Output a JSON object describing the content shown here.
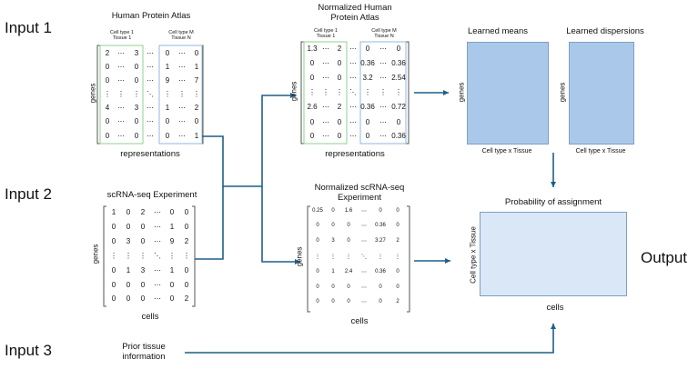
{
  "inputs": {
    "input1": "Input 1",
    "input2": "Input 2",
    "input3": "Input 3",
    "output": "Output"
  },
  "hpa": {
    "title": "Human Protein Atlas",
    "header_left": [
      "Cell type 1",
      "Tissue 1"
    ],
    "header_right": [
      "Cell type M",
      "Tissue N"
    ],
    "rows": [
      [
        "2",
        "⋯",
        "3",
        "⋯",
        "0",
        "⋯",
        "0"
      ],
      [
        "0",
        "⋯",
        "0",
        "⋯",
        "1",
        "⋯",
        "1"
      ],
      [
        "0",
        "⋯",
        "0",
        "⋯",
        "9",
        "⋯",
        "7"
      ],
      [
        "⋮",
        "⋮",
        "⋮",
        "⋱",
        "⋮",
        "⋮",
        "⋮"
      ],
      [
        "4",
        "⋯",
        "3",
        "⋯",
        "1",
        "⋯",
        "2"
      ],
      [
        "0",
        "⋯",
        "0",
        "⋯",
        "0",
        "⋯",
        "0"
      ],
      [
        "0",
        "⋯",
        "0",
        "⋯",
        "0",
        "⋯",
        "1"
      ]
    ],
    "ylabel": "genes",
    "xlabel": "representations"
  },
  "norm_hpa": {
    "title_line1": "Normalized Human",
    "title_line2": "Protein Atlas",
    "header_left": [
      "Cell type 1",
      "Tissue 1"
    ],
    "header_right": [
      "Cell type M",
      "Tissue N"
    ],
    "rows": [
      [
        "1.3",
        "⋯",
        "2",
        "⋯",
        "0",
        "⋯",
        "0"
      ],
      [
        "0",
        "⋯",
        "0",
        "⋯",
        "0.36",
        "⋯",
        "0.36"
      ],
      [
        "0",
        "⋯",
        "0",
        "⋯",
        "3.2",
        "⋯",
        "2.54"
      ],
      [
        "⋮",
        "⋮",
        "⋮",
        "⋱",
        "⋮",
        "⋮",
        "⋮"
      ],
      [
        "2.6",
        "⋯",
        "2",
        "⋯",
        "0.36",
        "⋯",
        "0.72"
      ],
      [
        "0",
        "⋯",
        "0",
        "⋯",
        "0",
        "⋯",
        "0"
      ],
      [
        "0",
        "⋯",
        "0",
        "⋯",
        "0",
        "⋯",
        "0.36"
      ]
    ],
    "ylabel": "genes",
    "xlabel": "representations"
  },
  "scrna": {
    "title": "scRNA-seq Experiment",
    "rows": [
      [
        "1",
        "0",
        "2",
        "⋯",
        "0",
        "0"
      ],
      [
        "0",
        "0",
        "0",
        "⋯",
        "1",
        "0"
      ],
      [
        "0",
        "3",
        "0",
        "⋯",
        "9",
        "2"
      ],
      [
        "⋮",
        "⋮",
        "⋮",
        "⋱",
        "⋮",
        "⋮"
      ],
      [
        "0",
        "1",
        "3",
        "⋯",
        "1",
        "0"
      ],
      [
        "0",
        "0",
        "0",
        "⋯",
        "0",
        "0"
      ],
      [
        "0",
        "0",
        "0",
        "⋯",
        "0",
        "2"
      ]
    ],
    "ylabel": "genes",
    "xlabel": "cells"
  },
  "norm_scrna": {
    "title_line1": "Normalized scRNA-seq",
    "title_line2": "Experiment",
    "rows": [
      [
        "0.25",
        "0",
        "1.6",
        "⋯",
        "0",
        "0"
      ],
      [
        "0",
        "0",
        "0",
        "⋯",
        "0.36",
        "0"
      ],
      [
        "0",
        "3",
        "0",
        "⋯",
        "3.27",
        "2"
      ],
      [
        "⋮",
        "⋮",
        "⋮",
        "⋱",
        "⋮",
        "⋮"
      ],
      [
        "0",
        "1",
        "2.4",
        "⋯",
        "0.36",
        "0"
      ],
      [
        "0",
        "0",
        "0",
        "⋯",
        "0",
        "0"
      ],
      [
        "0",
        "0",
        "0",
        "⋯",
        "0",
        "2"
      ]
    ],
    "ylabel": "genes",
    "xlabel": "cells"
  },
  "means": {
    "title": "Learned means",
    "ylabel": "genes",
    "xlabel": "Cell type x Tissue",
    "color": "#a9c8ea"
  },
  "disp": {
    "title": "Learned dispersions",
    "ylabel": "genes",
    "xlabel": "Cell type x Tissue",
    "color": "#a9c8ea"
  },
  "prob": {
    "title": "Probability of assignment",
    "ylabel": "Cell type x Tissue",
    "xlabel": "cells",
    "color": "#dae7f6"
  },
  "prior": {
    "line1": "Prior tissue",
    "line2": "information"
  },
  "colors": {
    "arrow": "#1f5f8a",
    "green_box": "#8fd18f",
    "blue_box": "#8fb8e0",
    "box_border": "#7f9fc2"
  }
}
